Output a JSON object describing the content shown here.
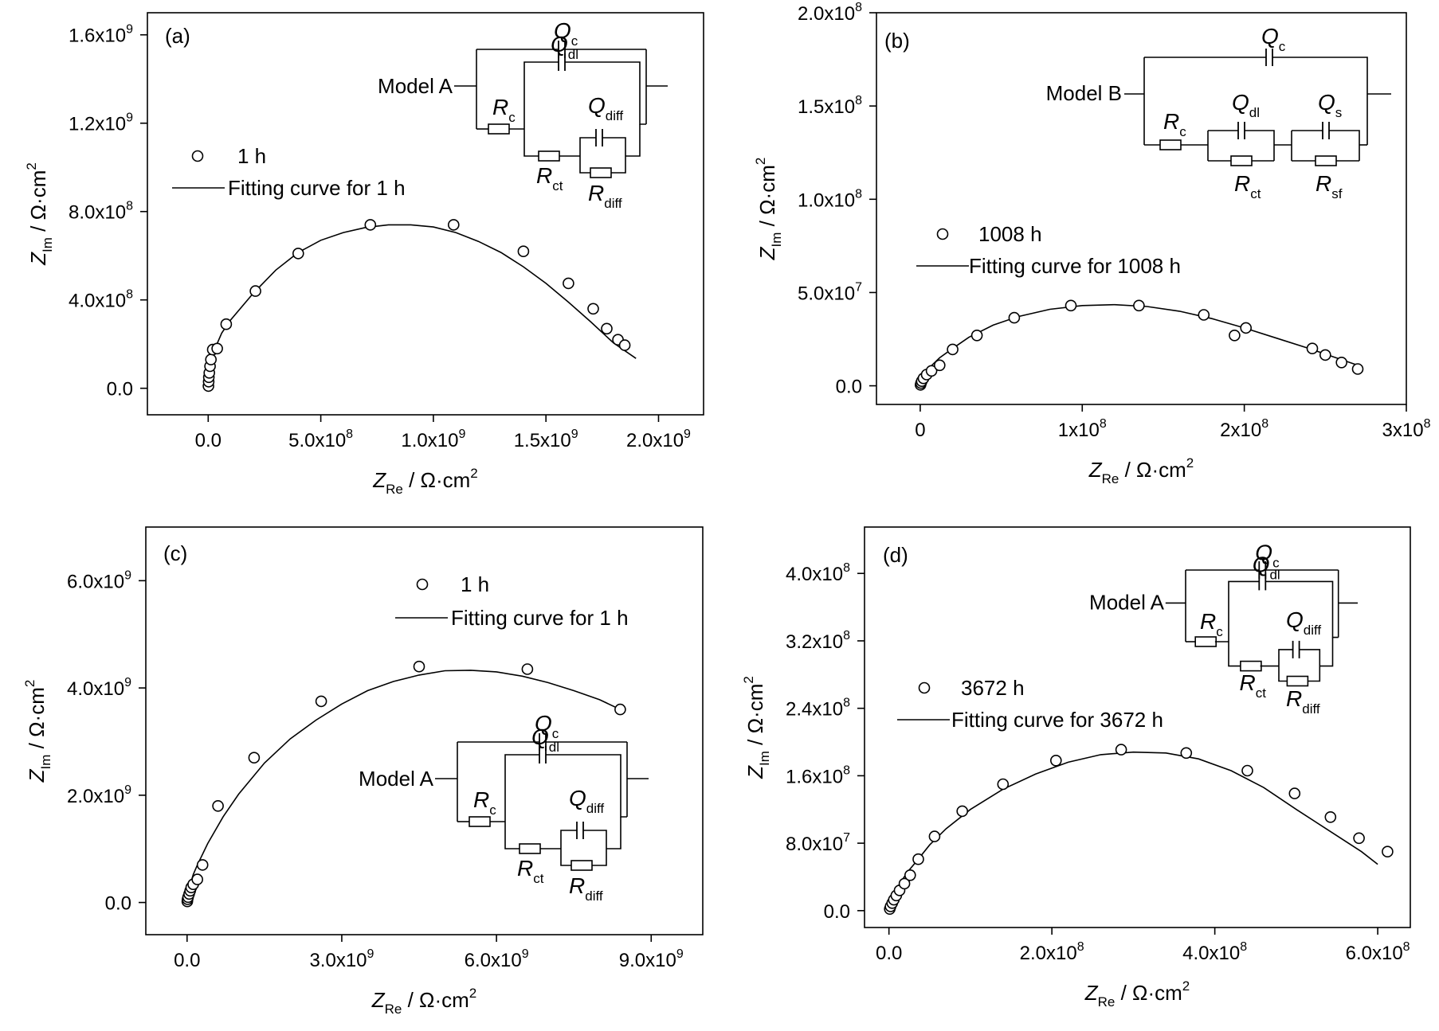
{
  "chart_data": [
    {
      "type": "scatter",
      "panel_label": "(a)",
      "x_label": {
        "sym": "Z",
        "sub": "Re",
        "unit": " / Ω·cm",
        "sup": "2"
      },
      "y_label": {
        "sym": "Z",
        "sub": "Im",
        "unit": " / Ω·cm",
        "sup": "2"
      },
      "xlim": [
        -270000000.0,
        2200000000.0
      ],
      "ylim": [
        -120000000.0,
        1700000000.0
      ],
      "x_ticks": [
        {
          "value": 0,
          "mant": "0.0",
          "exp": ""
        },
        {
          "value": 500000000.0,
          "mant": "5.0x10",
          "exp": "8"
        },
        {
          "value": 1000000000.0,
          "mant": "1.0x10",
          "exp": "9"
        },
        {
          "value": 1500000000.0,
          "mant": "1.5x10",
          "exp": "9"
        },
        {
          "value": 2000000000.0,
          "mant": "2.0x10",
          "exp": "9"
        }
      ],
      "y_ticks": [
        {
          "value": 0,
          "mant": "0.0",
          "exp": ""
        },
        {
          "value": 400000000.0,
          "mant": "4.0x10",
          "exp": "8"
        },
        {
          "value": 800000000.0,
          "mant": "8.0x10",
          "exp": "8"
        },
        {
          "value": 1200000000.0,
          "mant": "1.2x10",
          "exp": "9"
        },
        {
          "value": 1600000000.0,
          "mant": "1.6x10",
          "exp": "9"
        }
      ],
      "legend": {
        "marker_label": "1 h",
        "line_label": "Fitting curve for 1 h",
        "placement": "left"
      },
      "circuit": {
        "model": "Model A",
        "kind": "A",
        "placement": "top-right"
      },
      "series": [
        {
          "kind": "markers",
          "x": [
            1000000.0,
            2000000.0,
            3000000.0,
            5000000.0,
            8000000.0,
            12000000.0,
            20000000.0,
            40000000.0,
            80000000.0,
            210000000.0,
            400000000.0,
            720000000.0,
            1090000000.0,
            1400000000.0,
            1600000000.0,
            1710000000.0,
            1770000000.0,
            1820000000.0,
            1850000000.0
          ],
          "y": [
            10000000.0,
            30000000.0,
            50000000.0,
            70000000.0,
            100000000.0,
            130000000.0,
            175000000.0,
            180000000.0,
            290000000.0,
            440000000.0,
            610000000.0,
            740000000.0,
            740000000.0,
            620000000.0,
            475000000.0,
            360000000.0,
            270000000.0,
            220000000.0,
            195000000.0
          ]
        },
        {
          "kind": "line",
          "x": [
            0,
            5000000.0,
            15000000.0,
            30000000.0,
            60000000.0,
            100000000.0,
            200000000.0,
            300000000.0,
            400000000.0,
            500000000.0,
            600000000.0,
            700000000.0,
            800000000.0,
            900000000.0,
            1000000000.0,
            1100000000.0,
            1200000000.0,
            1300000000.0,
            1400000000.0,
            1500000000.0,
            1600000000.0,
            1700000000.0,
            1800000000.0,
            1900000000.0
          ],
          "y": [
            0,
            60000000.0,
            120000000.0,
            180000000.0,
            250000000.0,
            310000000.0,
            430000000.0,
            535000000.0,
            615000000.0,
            670000000.0,
            705000000.0,
            728000000.0,
            740000000.0,
            740000000.0,
            730000000.0,
            705000000.0,
            665000000.0,
            615000000.0,
            550000000.0,
            475000000.0,
            390000000.0,
            300000000.0,
            205000000.0,
            135000000.0
          ]
        }
      ]
    },
    {
      "type": "scatter",
      "panel_label": "(b)",
      "x_label": {
        "sym": "Z",
        "sub": "Re",
        "unit": " / Ω·cm",
        "sup": "2"
      },
      "y_label": {
        "sym": "Z",
        "sub": "Im",
        "unit": " / Ω·cm",
        "sup": "2"
      },
      "xlim": [
        -27000000.0,
        300000000.0
      ],
      "ylim": [
        -10000000.0,
        200000000.0
      ],
      "x_ticks": [
        {
          "value": 0,
          "mant": "0",
          "exp": ""
        },
        {
          "value": 100000000.0,
          "mant": "1x10",
          "exp": "8"
        },
        {
          "value": 200000000.0,
          "mant": "2x10",
          "exp": "8"
        },
        {
          "value": 300000000.0,
          "mant": "3x10",
          "exp": "8"
        }
      ],
      "y_ticks": [
        {
          "value": 0,
          "mant": "0.0",
          "exp": ""
        },
        {
          "value": 50000000.0,
          "mant": "5.0x10",
          "exp": "7"
        },
        {
          "value": 100000000.0,
          "mant": "1.0x10",
          "exp": "8"
        },
        {
          "value": 150000000.0,
          "mant": "1.5x10",
          "exp": "8"
        },
        {
          "value": 200000000.0,
          "mant": "2.0x10",
          "exp": "8"
        }
      ],
      "legend": {
        "marker_label": "1008 h",
        "line_label": "Fitting curve for 1008 h",
        "placement": "left"
      },
      "circuit": {
        "model": "Model B",
        "kind": "B",
        "placement": "top-right"
      },
      "series": [
        {
          "kind": "markers",
          "x": [
            200000.0,
            500000.0,
            1000000.0,
            2000000.0,
            4000000.0,
            7000000.0,
            12000000.0,
            20000000.0,
            35000000.0,
            58000000.0,
            93000000.0,
            135000000.0,
            175000000.0,
            194000000.0,
            201000000.0,
            242000000.0,
            250000000.0,
            260000000.0,
            270000000.0
          ],
          "y": [
            500000.0,
            1500000.0,
            2500000.0,
            4000000.0,
            6000000.0,
            8000000.0,
            11000000.0,
            19500000.0,
            27000000.0,
            36500000.0,
            43000000.0,
            43000000.0,
            38000000.0,
            27000000.0,
            31000000.0,
            20000000.0,
            16500000.0,
            12500000.0,
            9000000.0
          ]
        },
        {
          "kind": "line",
          "x": [
            0,
            2000000.0,
            6000000.0,
            12000000.0,
            20000000.0,
            30000000.0,
            45000000.0,
            60000000.0,
            80000000.0,
            100000000.0,
            120000000.0,
            140000000.0,
            160000000.0,
            180000000.0,
            200000000.0,
            220000000.0,
            240000000.0,
            255000000.0,
            270000000.0
          ],
          "y": [
            0,
            5000000.0,
            10000000.0,
            15000000.0,
            20000000.0,
            26000000.0,
            32500000.0,
            37000000.0,
            41000000.0,
            43000000.0,
            43500000.0,
            42500000.0,
            40000000.0,
            36000000.0,
            31000000.0,
            25500000.0,
            20000000.0,
            15500000.0,
            11000000.0
          ]
        }
      ]
    },
    {
      "type": "scatter",
      "panel_label": "(c)",
      "x_label": {
        "sym": "Z",
        "sub": "Re",
        "unit": " / Ω·cm",
        "sup": "2"
      },
      "y_label": {
        "sym": "Z",
        "sub": "Im",
        "unit": " / Ω·cm",
        "sup": "2"
      },
      "xlim": [
        -800000000.0,
        10000000000.0
      ],
      "ylim": [
        -600000000.0,
        7000000000.0
      ],
      "x_ticks": [
        {
          "value": 0,
          "mant": "0.0",
          "exp": ""
        },
        {
          "value": 3000000000.0,
          "mant": "3.0x10",
          "exp": "9"
        },
        {
          "value": 6000000000.0,
          "mant": "6.0x10",
          "exp": "9"
        },
        {
          "value": 9000000000.0,
          "mant": "9.0x10",
          "exp": "9"
        }
      ],
      "y_ticks": [
        {
          "value": 0,
          "mant": "0.0",
          "exp": ""
        },
        {
          "value": 2000000000.0,
          "mant": "2.0x10",
          "exp": "9"
        },
        {
          "value": 4000000000.0,
          "mant": "4.0x10",
          "exp": "9"
        },
        {
          "value": 6000000000.0,
          "mant": "6.0x10",
          "exp": "9"
        }
      ],
      "legend": {
        "marker_label": "1 h",
        "line_label": "Fitting curve for 1 h",
        "placement": "top-right"
      },
      "circuit": {
        "model": "Model A",
        "kind": "A",
        "placement": "bottom-right"
      },
      "series": [
        {
          "kind": "markers",
          "x": [
            5000000.0,
            10000000.0,
            20000000.0,
            40000000.0,
            60000000.0,
            80000000.0,
            120000000.0,
            200000000.0,
            300000000.0,
            600000000.0,
            1300000000.0,
            2600000000.0,
            4500000000.0,
            6600000000.0,
            8400000000.0
          ],
          "y": [
            20000000.0,
            60000000.0,
            100000000.0,
            160000000.0,
            220000000.0,
            280000000.0,
            340000000.0,
            430000000.0,
            700000000.0,
            1800000000.0,
            2700000000.0,
            3750000000.0,
            4400000000.0,
            4350000000.0,
            3600000000.0
          ]
        },
        {
          "kind": "line",
          "x": [
            0,
            20000000.0,
            60000000.0,
            120000000.0,
            200000000.0,
            400000000.0,
            700000000.0,
            1000000000.0,
            1500000000.0,
            2000000000.0,
            2500000000.0,
            3000000000.0,
            3500000000.0,
            4000000000.0,
            4500000000.0,
            5000000000.0,
            5500000000.0,
            6000000000.0,
            6500000000.0,
            7000000000.0,
            7500000000.0,
            8000000000.0,
            8400000000.0
          ],
          "y": [
            0,
            150000000.0,
            330000000.0,
            520000000.0,
            700000000.0,
            1100000000.0,
            1600000000.0,
            2020000000.0,
            2600000000.0,
            3050000000.0,
            3400000000.0,
            3700000000.0,
            3950000000.0,
            4120000000.0,
            4240000000.0,
            4320000000.0,
            4330000000.0,
            4300000000.0,
            4220000000.0,
            4100000000.0,
            3950000000.0,
            3780000000.0,
            3600000000.0
          ]
        }
      ]
    },
    {
      "type": "scatter",
      "panel_label": "(d)",
      "x_label": {
        "sym": "Z",
        "sub": "Re",
        "unit": " / Ω·cm",
        "sup": "2"
      },
      "y_label": {
        "sym": "Z",
        "sub": "Im",
        "unit": " / Ω·cm",
        "sup": "2"
      },
      "xlim": [
        -30000000.0,
        640000000.0
      ],
      "ylim": [
        -20000000.0,
        455000000.0
      ],
      "x_ticks": [
        {
          "value": 0,
          "mant": "0.0",
          "exp": ""
        },
        {
          "value": 200000000.0,
          "mant": "2.0x10",
          "exp": "8"
        },
        {
          "value": 400000000.0,
          "mant": "4.0x10",
          "exp": "8"
        },
        {
          "value": 600000000.0,
          "mant": "6.0x10",
          "exp": "8"
        }
      ],
      "y_ticks": [
        {
          "value": 0,
          "mant": "0.0",
          "exp": ""
        },
        {
          "value": 80000000.0,
          "mant": "8.0x10",
          "exp": "7"
        },
        {
          "value": 160000000.0,
          "mant": "1.6x10",
          "exp": "8"
        },
        {
          "value": 240000000.0,
          "mant": "2.4x10",
          "exp": "8"
        },
        {
          "value": 320000000.0,
          "mant": "3.2x10",
          "exp": "8"
        },
        {
          "value": 400000000.0,
          "mant": "4.0x10",
          "exp": "8"
        }
      ],
      "legend": {
        "marker_label": "3672 h",
        "line_label": "Fitting curve for 3672 h",
        "placement": "left"
      },
      "circuit": {
        "model": "Model A",
        "kind": "A",
        "placement": "top-right"
      },
      "series": [
        {
          "kind": "markers",
          "x": [
            1000000.0,
            2000000.0,
            4000000.0,
            6000000.0,
            9000000.0,
            13000000.0,
            19000000.0,
            26000000.0,
            36000000.0,
            56000000.0,
            90000000.0,
            140000000.0,
            205000000.0,
            285000000.0,
            365000000.0,
            440000000.0,
            498000000.0,
            542000000.0,
            577000000.0,
            612000000.0
          ],
          "y": [
            2000000.0,
            5000000.0,
            9000000.0,
            13000000.0,
            18000000.0,
            24000000.0,
            32000000.0,
            42000000.0,
            61000000.0,
            88000000.0,
            118000000.0,
            150000000.0,
            178000000.0,
            191000000.0,
            187000000.0,
            166000000.0,
            139000000.0,
            111000000.0,
            86000000.0,
            70000000.0
          ]
        },
        {
          "kind": "line",
          "x": [
            0,
            5000000.0,
            12000000.0,
            22000000.0,
            35000000.0,
            50000000.0,
            70000000.0,
            100000000.0,
            140000000.0,
            180000000.0,
            220000000.0,
            260000000.0,
            300000000.0,
            340000000.0,
            380000000.0,
            420000000.0,
            460000000.0,
            500000000.0,
            540000000.0,
            580000000.0,
            600000000.0
          ],
          "y": [
            0,
            15000000.0,
            30000000.0,
            45000000.0,
            60000000.0,
            78000000.0,
            97000000.0,
            120000000.0,
            144000000.0,
            162000000.0,
            176000000.0,
            185000000.0,
            188000000.0,
            187000000.0,
            180000000.0,
            166000000.0,
            146000000.0,
            120000000.0,
            95000000.0,
            70000000.0,
            55000000.0
          ]
        }
      ]
    }
  ],
  "circuit_labels": {
    "Qc": {
      "sym": "Q",
      "sub": "c"
    },
    "Qdl": {
      "sym": "Q",
      "sub": "dl"
    },
    "Qdiff": {
      "sym": "Q",
      "sub": "diff"
    },
    "Qs": {
      "sym": "Q",
      "sub": "s"
    },
    "Rc": {
      "sym": "R",
      "sub": "c"
    },
    "Rct": {
      "sym": "R",
      "sub": "ct"
    },
    "Rdiff": {
      "sym": "R",
      "sub": "diff"
    },
    "Rsf": {
      "sym": "R",
      "sub": "sf"
    }
  }
}
